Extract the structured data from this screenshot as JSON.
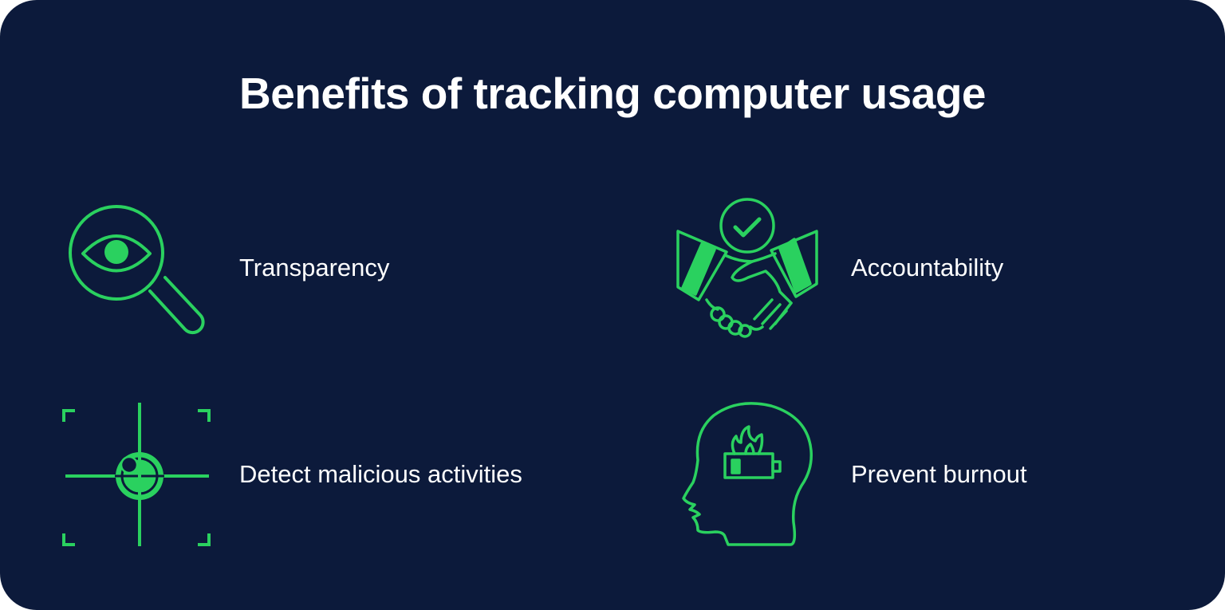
{
  "title": "Benefits of tracking computer usage",
  "colors": {
    "background": "#0c1a3b",
    "accent": "#2ad15f",
    "text": "#ffffff"
  },
  "benefits": [
    {
      "label": "Transparency",
      "icon": "magnifier-eye-icon"
    },
    {
      "label": "Accountability",
      "icon": "handshake-check-icon"
    },
    {
      "label": "Detect malicious activities",
      "icon": "crosshair-target-icon"
    },
    {
      "label": "Prevent burnout",
      "icon": "head-battery-fire-icon"
    }
  ]
}
